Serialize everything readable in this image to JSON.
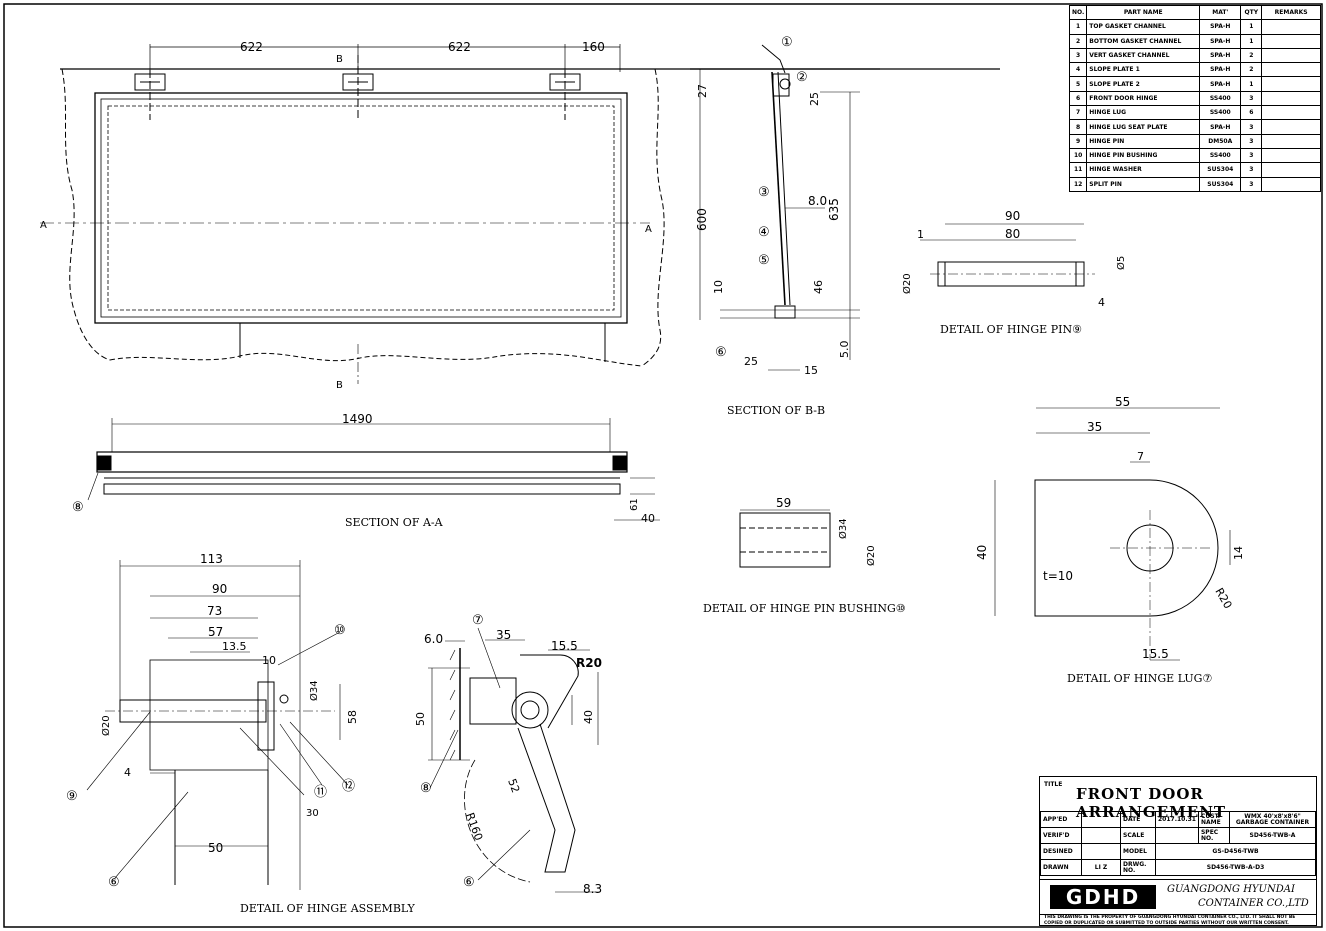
{
  "parts_list": {
    "headers": [
      "NO.",
      "PART NAME",
      "MAT'",
      "QTY",
      "REMARKS"
    ],
    "rows": [
      {
        "no": "1",
        "name": "TOP GASKET CHANNEL",
        "mat": "SPA-H",
        "qty": "1",
        "remarks": ""
      },
      {
        "no": "2",
        "name": "BOTTOM GASKET CHANNEL",
        "mat": "SPA-H",
        "qty": "1",
        "remarks": ""
      },
      {
        "no": "3",
        "name": "VERT GASKET CHANNEL",
        "mat": "SPA-H",
        "qty": "2",
        "remarks": ""
      },
      {
        "no": "4",
        "name": "SLOPE PLATE 1",
        "mat": "SPA-H",
        "qty": "2",
        "remarks": ""
      },
      {
        "no": "5",
        "name": "SLOPE PLATE 2",
        "mat": "SPA-H",
        "qty": "1",
        "remarks": ""
      },
      {
        "no": "6",
        "name": "FRONT DOOR HINGE",
        "mat": "SS400",
        "qty": "3",
        "remarks": ""
      },
      {
        "no": "7",
        "name": "HINGE LUG",
        "mat": "SS400",
        "qty": "6",
        "remarks": ""
      },
      {
        "no": "8",
        "name": "HINGE LUG SEAT PLATE",
        "mat": "SPA-H",
        "qty": "3",
        "remarks": ""
      },
      {
        "no": "9",
        "name": "HINGE PIN",
        "mat": "DM50A",
        "qty": "3",
        "remarks": ""
      },
      {
        "no": "10",
        "name": "HINGE PIN BUSHING",
        "mat": "SS400",
        "qty": "3",
        "remarks": ""
      },
      {
        "no": "11",
        "name": "HINGE WASHER",
        "mat": "SUS304",
        "qty": "3",
        "remarks": ""
      },
      {
        "no": "12",
        "name": "SPLIT PIN",
        "mat": "SUS304",
        "qty": "3",
        "remarks": ""
      }
    ]
  },
  "title_block": {
    "title_tag": "TITLE",
    "title": "FRONT DOOR ARRANGEMENT",
    "rows": [
      {
        "a": "APP'ED",
        "b": "",
        "c": "DATE",
        "d": "2017.10.31",
        "e": "CUST. NAME",
        "f": "WMX 40'x8'x8'6\" GARBAGE CONTAINER"
      },
      {
        "a": "VERIF'D",
        "b": "",
        "c": "SCALE",
        "d": "",
        "e": "SPEC NO.",
        "f": "SD456-TWB-A"
      },
      {
        "a": "DESINED",
        "b": "",
        "c": "MODEL",
        "d": "GS-D456-TWB"
      },
      {
        "a": "DRAWN",
        "b": "LI Z",
        "c": "DRWG. NO.",
        "d": "SD456-TWB-A-D3"
      }
    ],
    "logo": "GDHD",
    "company_line1": "GUANGDONG HYUNDAI",
    "company_line2": "CONTAINER CO.,LTD",
    "notice": "THIS DRAWING IS THE PROPERTY OF GUANGDONG HYUNDAI CONTAINER CO., LTD. IT SHALL NOT BE COPIED OR DUPLICATED OR SUBMITTED TO OUTSIDE PARTIES WITHOUT OUR WRITTEN CONSENT."
  },
  "view_titles": {
    "section_bb": "SECTION OF B-B",
    "hinge_pin": "DETAIL OF HINGE PIN⑨",
    "section_aa": "SECTION OF A-A",
    "pin_bushing": "DETAIL OF HINGE PIN BUSHING⑩",
    "hinge_lug": "DETAIL OF HINGE LUG⑦",
    "hinge_assembly": "DETAIL OF HINGE ASSEMBLY"
  },
  "section_markers": {
    "a": "A",
    "b": "B"
  },
  "dims": {
    "front_w1": "622",
    "front_w2": "622",
    "front_w3": "160",
    "sec_aa_len": "1490",
    "sec_aa_h1": "61",
    "sec_aa_h2": "40",
    "bb_top": "27",
    "bb_hinge": "25",
    "bb_height": "600",
    "bb_span": "635",
    "bb_thk": "8.0",
    "bb_lower": "10",
    "bb_low2": "46",
    "bb_bottom": "5.0",
    "bb_w1": "25",
    "bb_w2": "15",
    "pin_90": "90",
    "pin_80": "80",
    "pin_1": "1",
    "pin_dia": "Ø20",
    "pin_hole": "Ø5",
    "pin_4": "4",
    "bush_len": "59",
    "bush_od": "Ø34",
    "bush_id": "Ø20",
    "lug_55": "55",
    "lug_35": "35",
    "lug_7": "7",
    "lug_40": "40",
    "lug_t": "t=10",
    "lug_14": "14",
    "lug_r": "R20",
    "lug_155": "15.5",
    "asm_113": "113",
    "asm_90": "90",
    "asm_73": "73",
    "asm_57": "57",
    "asm_135": "13.5",
    "asm_10": "10",
    "asm_d20": "Ø20",
    "asm_d34": "Ø34",
    "asm_58": "58",
    "asm_4": "4",
    "asm_30": "30",
    "asm_50": "50",
    "h_60": "6.0",
    "h_35": "35",
    "h_155": "15.5",
    "h_r20": "R20",
    "h_50": "50",
    "h_40": "40",
    "h_52": "52",
    "h_r160": "R160",
    "h_83": "8.3"
  },
  "balloons": {
    "b1": "①",
    "b2": "②",
    "b3": "③",
    "b4": "④",
    "b5": "⑤",
    "b6": "⑥",
    "b7": "⑦",
    "b8": "⑧",
    "b9": "⑨",
    "b10": "⑩",
    "b11": "⑪",
    "b12": "⑫"
  }
}
